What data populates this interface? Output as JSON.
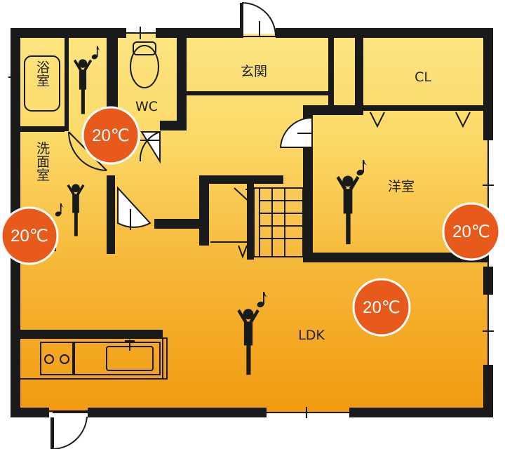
{
  "rooms": {
    "bath": "浴室",
    "wc": "WC",
    "entrance": "玄関",
    "closet": "CL",
    "washroom": "洗面室",
    "western_room": "洋室",
    "ldk": "LDK"
  },
  "temperatures": {
    "wc_hall": "20℃",
    "washroom": "20℃",
    "western_room": "20℃",
    "ldk": "20℃"
  },
  "icons": [
    "person-arms-up-icon",
    "music-note-icon",
    "toilet-icon",
    "stove-icon",
    "sink-icon"
  ],
  "colors": {
    "wall": "#1a1a1a",
    "warm_top": "#fce581",
    "warm_bottom": "#f29a10",
    "badge": "#e85a1b",
    "badge_border": "#ffffff"
  }
}
